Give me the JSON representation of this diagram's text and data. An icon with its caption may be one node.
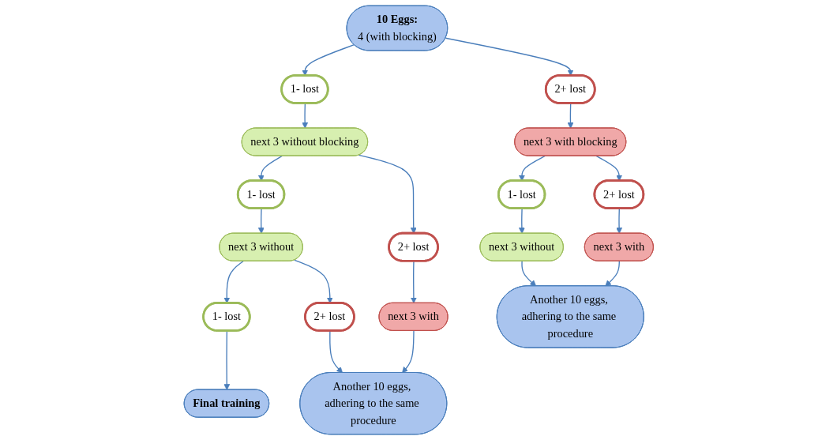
{
  "diagram": {
    "nodes": [
      {
        "text": [
          "10 Eggs:",
          "4 (with blocking)"
        ]
      },
      {
        "text": [
          "1- lost"
        ]
      },
      {
        "text": [
          "2+ lost"
        ]
      },
      {
        "text": [
          "next 3 without blocking"
        ]
      },
      {
        "text": [
          "next 3 with blocking"
        ]
      },
      {
        "text": [
          "1- lost"
        ]
      },
      {
        "text": [
          "2+ lost"
        ]
      },
      {
        "text": [
          "1- lost"
        ]
      },
      {
        "text": [
          "2+ lost"
        ]
      },
      {
        "text": [
          "next 3 without"
        ]
      },
      {
        "text": [
          "next 3 with"
        ]
      },
      {
        "text": [
          "next 3 without"
        ]
      },
      {
        "text": [
          "next 3 with"
        ]
      },
      {
        "text": [
          "1- lost"
        ]
      },
      {
        "text": [
          "2+ lost"
        ]
      },
      {
        "text": [
          "Final training"
        ]
      },
      {
        "text": [
          "Another 10 eggs, adhering to the same procedure"
        ]
      },
      {
        "text": [
          "Another 10 eggs, adhering to the same procedure"
        ]
      }
    ],
    "edges": [
      {
        "from": 0,
        "to": 1,
        "arrow": "to"
      },
      {
        "from": 0,
        "to": 2,
        "arrow": "to"
      },
      {
        "from": 1,
        "to": 3,
        "arrow": "to"
      },
      {
        "from": 2,
        "to": 4,
        "arrow": "to"
      },
      {
        "from": 3,
        "to": 5,
        "arrow": "to"
      },
      {
        "from": 3,
        "to": 6,
        "arrow": "to"
      },
      {
        "from": 4,
        "to": 7,
        "arrow": "to"
      },
      {
        "from": 4,
        "to": 8,
        "arrow": "to"
      },
      {
        "from": 5,
        "to": 9,
        "arrow": "to"
      },
      {
        "from": 6,
        "to": 10,
        "arrow": "to"
      },
      {
        "from": 7,
        "to": 11,
        "arrow": "to"
      },
      {
        "from": 8,
        "to": 12,
        "arrow": "to"
      },
      {
        "from": 9,
        "to": 13,
        "arrow": "to"
      },
      {
        "from": 9,
        "to": 14,
        "arrow": "to"
      },
      {
        "from": 13,
        "to": 15,
        "arrow": "to"
      },
      {
        "from": 14,
        "to": 16,
        "arrow": "to"
      },
      {
        "from": 10,
        "to": 16,
        "arrow": "to"
      },
      {
        "from": 11,
        "to": 17,
        "arrow": "to"
      },
      {
        "from": 12,
        "to": 17,
        "arrow": "to"
      }
    ]
  }
}
